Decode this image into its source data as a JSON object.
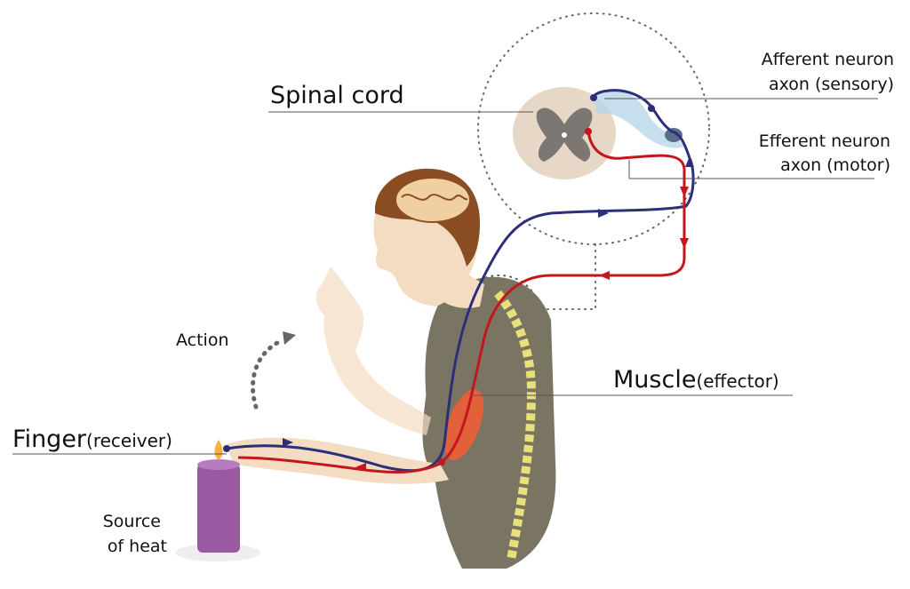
{
  "labels": {
    "spinal_cord": "Spinal cord",
    "afferent_line1": "Afferent neuron",
    "afferent_line2": "axon (sensory)",
    "efferent_line1": "Efferent neuron",
    "efferent_line2": "axon (motor)",
    "action": "Action",
    "muscle_main": "Muscle",
    "muscle_sub": "(effector)",
    "finger_main": "Finger",
    "finger_sub": "(receiver)",
    "heat_line1": "Source",
    "heat_line2": "of heat"
  },
  "colors": {
    "afferent": "#2b2f7a",
    "efferent": "#c4161c",
    "skin": "#f3dcc2",
    "shirt": "#7a7462",
    "hair": "#8a4d22",
    "candle": "#9a5aa2",
    "spine": "#e8e07a",
    "cord_white": "#e6d7c6",
    "cord_grey": "#7d7773",
    "muscle": "#e2603a"
  }
}
